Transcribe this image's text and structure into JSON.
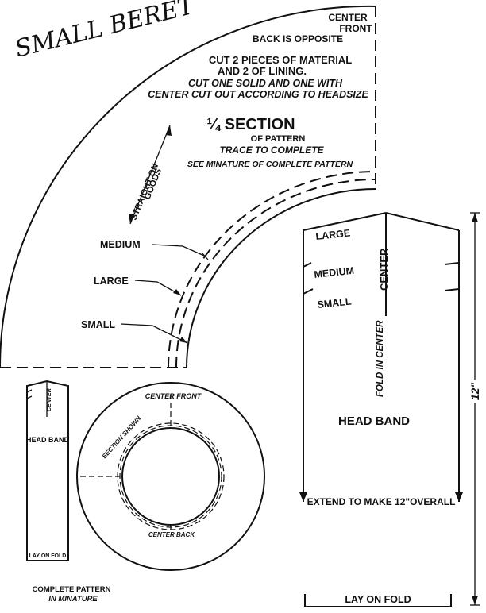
{
  "title": "SMALL BERET",
  "main": {
    "center_front_1": "CENTER",
    "center_front_2": "FRONT",
    "back_opposite": "BACK IS OPPOSITE",
    "cut_1": "CUT 2 PIECES OF MATERIAL",
    "cut_2": "AND 2 OF LINING.",
    "cut_3": "CUT ONE SOLID AND ONE WITH",
    "cut_4": "CENTER CUT OUT ACCORDING TO HEADSIZE",
    "section_title": "¼ SECTION",
    "section_sub": "OF PATTERN",
    "trace": "TRACE TO COMPLETE",
    "see_miniature": "SEE MINATURE OF COMPLETE PATTERN",
    "grain_1": "STRAIGHT ON",
    "grain_2": "GOODS",
    "size_medium": "MEDIUM",
    "size_large": "LARGE",
    "size_small": "SMALL"
  },
  "headband": {
    "large": "LARGE",
    "medium": "MEDIUM",
    "small": "SMALL",
    "fold_center": "FOLD IN CENTER",
    "center": "CENTER",
    "title": "HEAD BAND",
    "extend": "EXTEND TO MAKE 12\"OVERALL",
    "lay_on_fold": "LAY ON FOLD",
    "dimension": "12\""
  },
  "miniature": {
    "band_center": "CENTER",
    "band_title": "HEAD BAND",
    "band_fold": "LAY ON FOLD",
    "center_front": "CENTER FRONT",
    "section_shown": "SECTION SHOWN",
    "center_back": "CENTER BACK",
    "caption_1": "COMPLETE PATTERN",
    "caption_2": "IN MINATURE"
  }
}
